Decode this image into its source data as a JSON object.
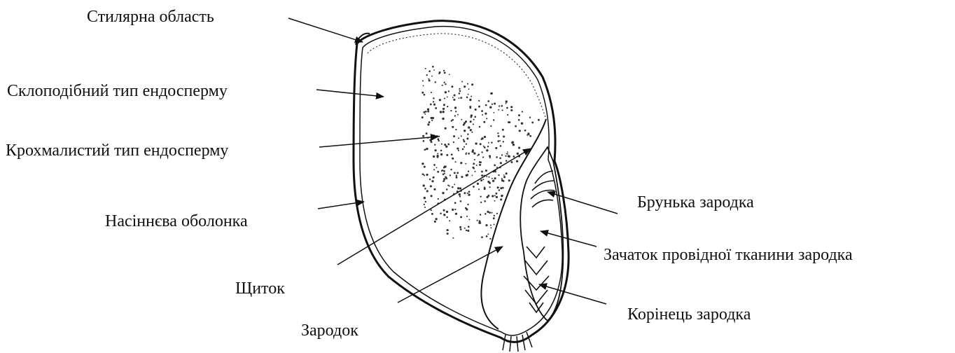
{
  "labels": {
    "stylar_region": "Стилярна область",
    "vitreous_endosperm": "Склоподібний тип ендосперму",
    "starchy_endosperm": "Крохмалистий тип ендосперму",
    "seed_coat": "Насіннєва оболонка",
    "scutellum": "Щиток",
    "embryo": "Зародок",
    "embryo_bud": "Брунька зародка",
    "vascular_primordium": "Зачаток провідної тканини зародка",
    "embryo_radicle": "Корінець зародка"
  },
  "colors": {
    "ink": "#111111",
    "background": "#ffffff"
  }
}
